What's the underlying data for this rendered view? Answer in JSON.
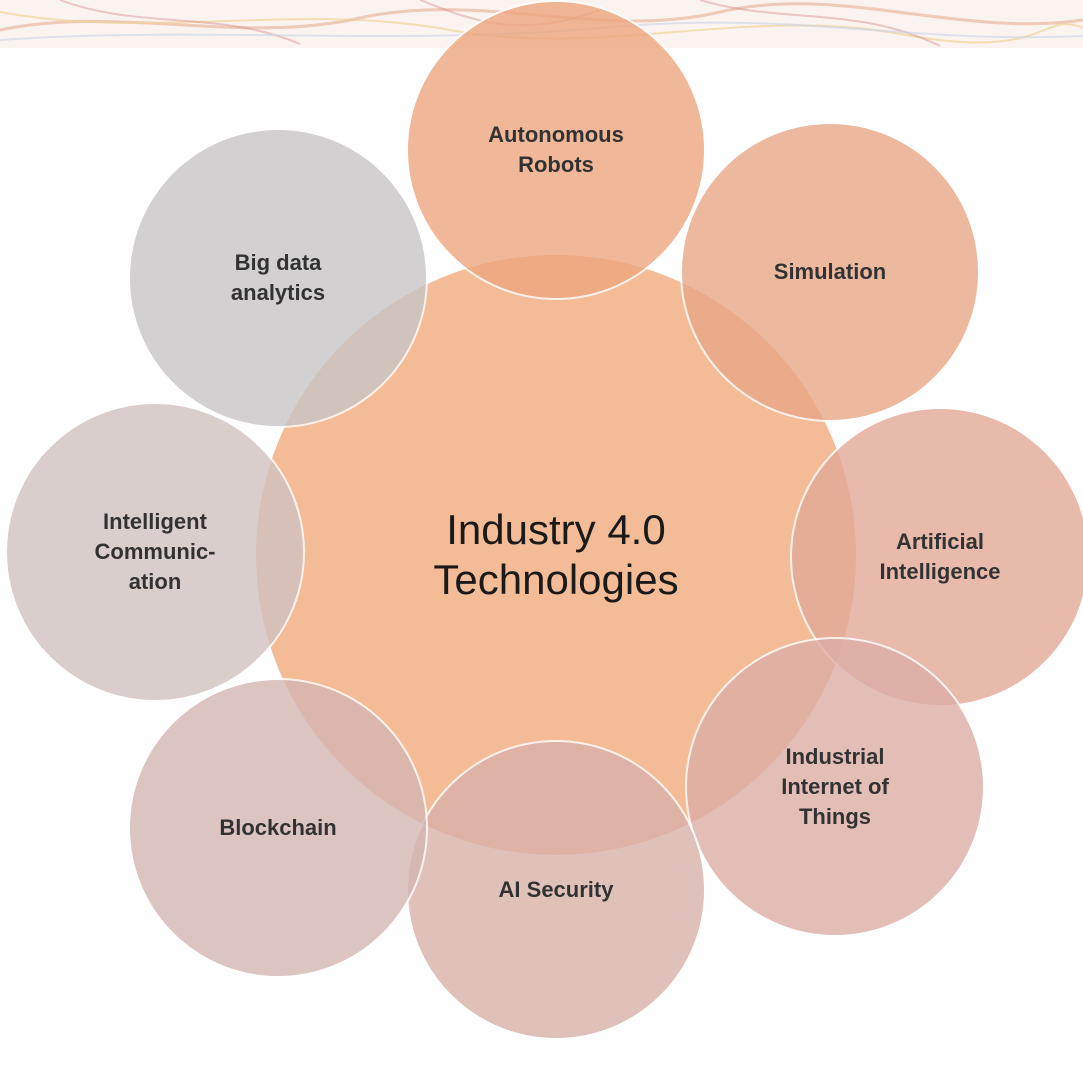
{
  "center": {
    "label": "Industry 4.0\nTechnologies",
    "color": "#f4bb97"
  },
  "nodes": [
    {
      "id": "autonomous-robots",
      "label": "Autonomous\nRobots",
      "color": "#eda67f"
    },
    {
      "id": "simulation",
      "label": "Simulation",
      "color": "#e8a888"
    },
    {
      "id": "artificial-intelligence",
      "label": "Artificial\nIntelligence",
      "color": "#e2a998"
    },
    {
      "id": "industrial-internet-of-things",
      "label": "Industrial\nInternet of\nThings",
      "color": "#dcaea6"
    },
    {
      "id": "ai-security",
      "label": "AI Security",
      "color": "#d9b2aa"
    },
    {
      "id": "blockchain",
      "label": "Blockchain",
      "color": "#d4b6b2"
    },
    {
      "id": "intelligent-communication",
      "label": "Intelligent\nCommunic-\nation",
      "color": "#d1c2c0"
    },
    {
      "id": "big-data-analytics",
      "label": "Big data\nanalytics",
      "color": "#c7c5c5"
    }
  ],
  "node_opacity": 0.8
}
